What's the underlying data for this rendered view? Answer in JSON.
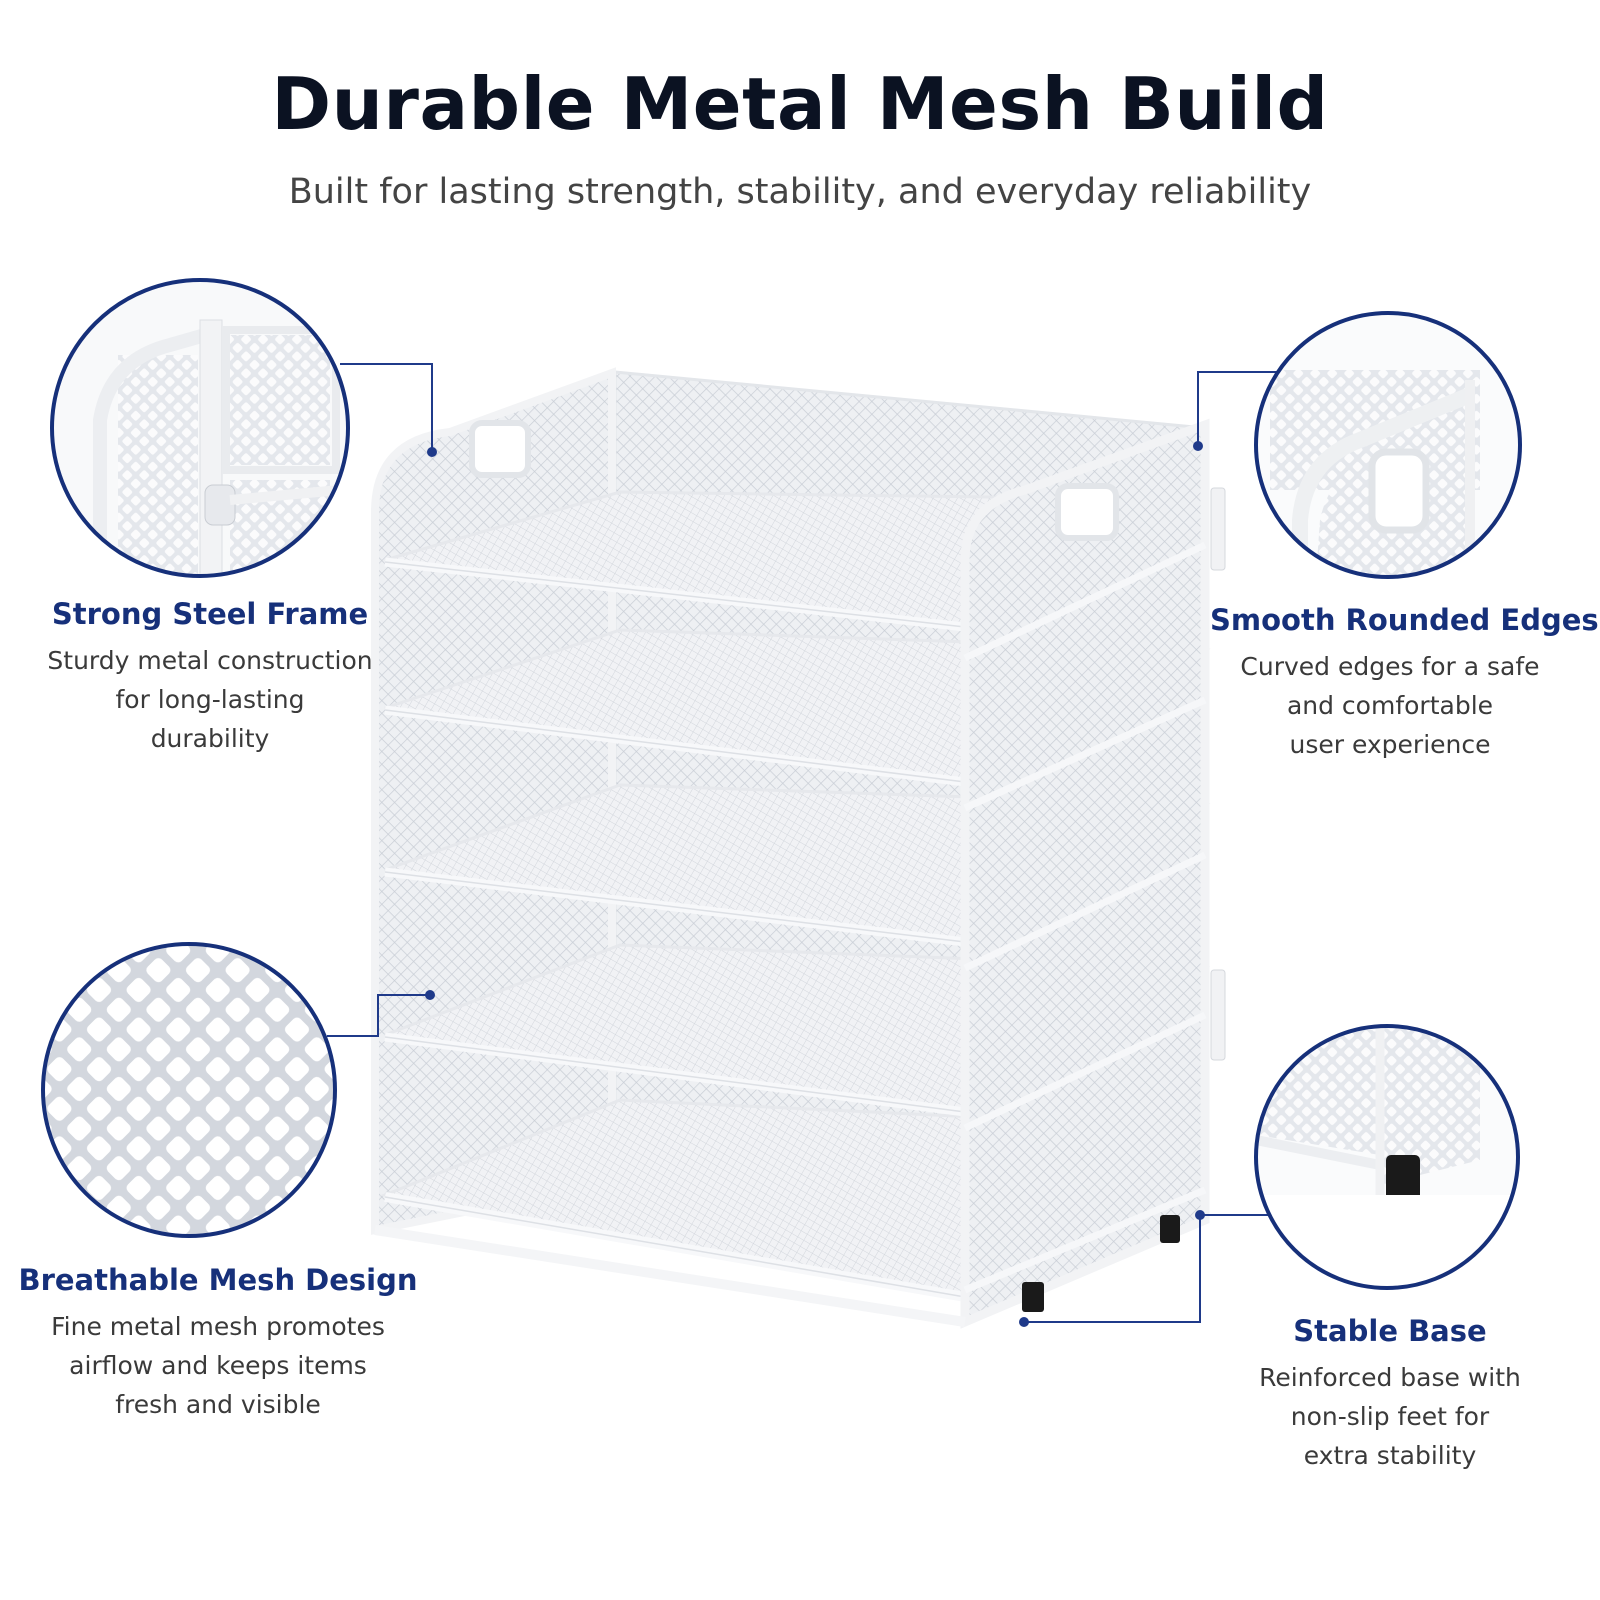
{
  "header": {
    "title": "Durable Metal Mesh Build",
    "subtitle": "Built for lasting strength, stability, and everyday reliability"
  },
  "colors": {
    "accent": "#16307a",
    "line": "#1f3a8a",
    "frame": "#f4f5f7",
    "mesh": "#d9dde3",
    "foot": "#1a1a1a"
  },
  "features": [
    {
      "id": "strong-steel-frame",
      "title": "Strong Steel Frame",
      "desc": [
        "Sturdy metal construction",
        "for long-lasting",
        "durability"
      ],
      "icon": "frame-joint-closeup"
    },
    {
      "id": "smooth-rounded-edges",
      "title": "Smooth Rounded Edges",
      "desc": [
        "Curved edges for a safe",
        "and comfortable",
        "user experience"
      ],
      "icon": "rounded-edge-closeup"
    },
    {
      "id": "breathable-mesh-design",
      "title": "Breathable Mesh Design",
      "desc": [
        "Fine metal mesh promotes",
        "airflow and keeps items",
        "fresh and visible"
      ],
      "icon": "mesh-texture-closeup"
    },
    {
      "id": "stable-base",
      "title": "Stable Base",
      "desc": [
        "Reinforced base with",
        "non-slip feet for",
        "extra stability"
      ],
      "icon": "base-foot-closeup"
    }
  ]
}
